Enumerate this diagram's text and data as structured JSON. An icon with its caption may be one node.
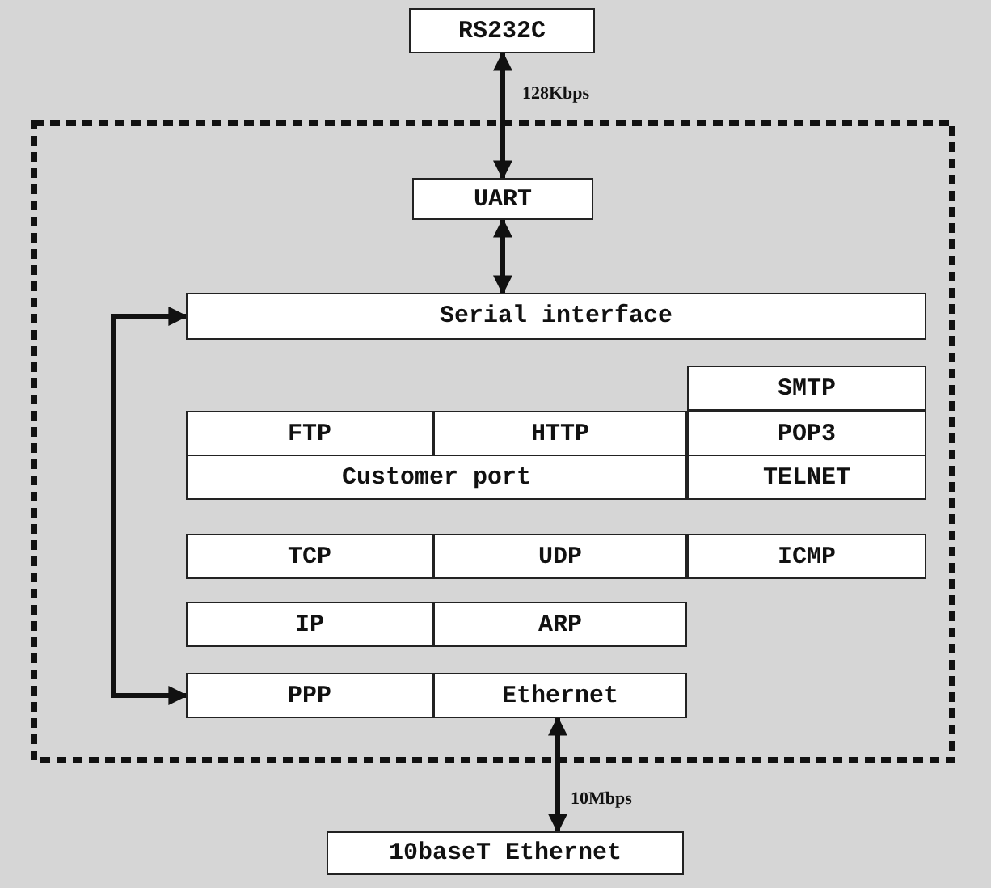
{
  "diagram": {
    "nodes": [
      {
        "text": [
          "RS232C"
        ]
      },
      {
        "text": [
          "UART"
        ]
      },
      {
        "text": [
          "Serial interface"
        ]
      },
      {
        "text": [
          "SMTP"
        ]
      },
      {
        "text": [
          "FTP"
        ]
      },
      {
        "text": [
          "HTTP"
        ]
      },
      {
        "text": [
          "POP3"
        ]
      },
      {
        "text": [
          "Customer port"
        ]
      },
      {
        "text": [
          "TELNET"
        ]
      },
      {
        "text": [
          "TCP"
        ]
      },
      {
        "text": [
          "UDP"
        ]
      },
      {
        "text": [
          "ICMP"
        ]
      },
      {
        "text": [
          "IP"
        ]
      },
      {
        "text": [
          "ARP"
        ]
      },
      {
        "text": [
          "PPP"
        ]
      },
      {
        "text": [
          "Ethernet"
        ]
      },
      {
        "text": [
          "10baseT Ethernet"
        ]
      }
    ],
    "edges": [
      {
        "from": 0,
        "to": 1,
        "arrow": "both",
        "label": "128Kbps"
      },
      {
        "from": 1,
        "to": 2,
        "arrow": "both"
      },
      {
        "from": 2,
        "to": 14,
        "arrow": "both"
      },
      {
        "from": 15,
        "to": 16,
        "arrow": "both",
        "label": "10Mbps"
      }
    ]
  }
}
